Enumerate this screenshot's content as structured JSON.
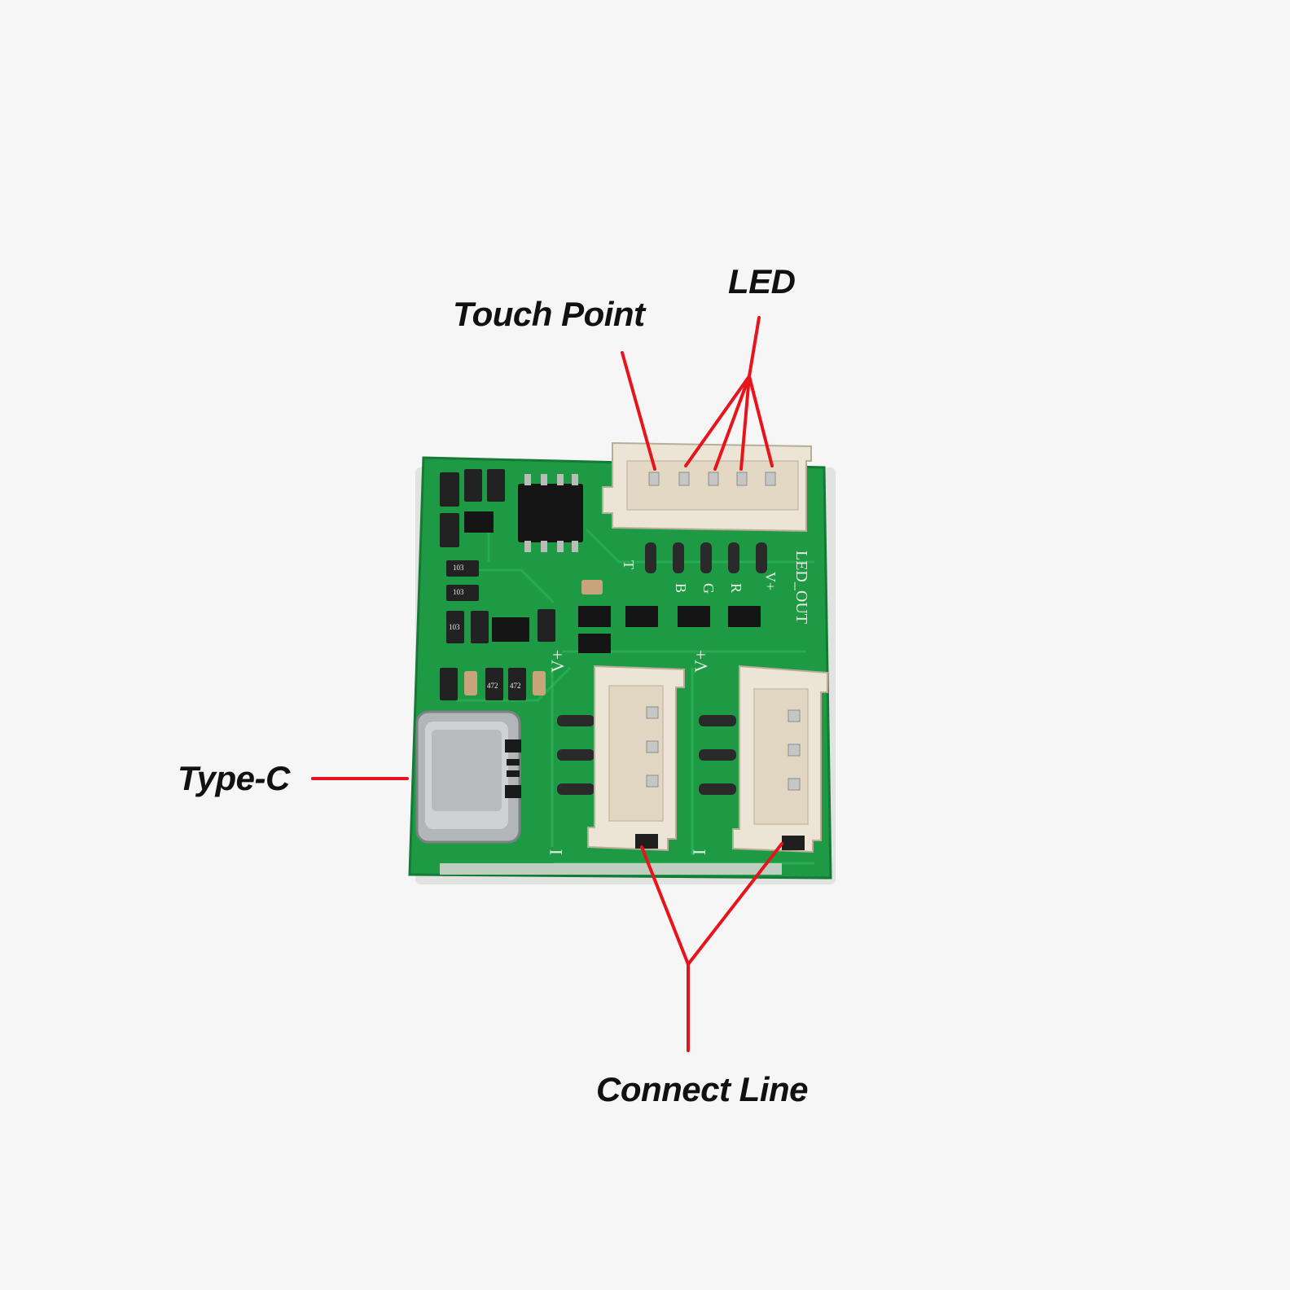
{
  "callouts": {
    "touch_point": "Touch Point",
    "led": "LED",
    "type_c": "Type-C",
    "connect_line": "Connect Line"
  },
  "silkscreen": {
    "led_out": "LED_OUT",
    "pin_t": "T",
    "pin_b": "B",
    "pin_g": "G",
    "pin_r": "R",
    "pin_vplus": "V+",
    "conn1_vplus": "V+",
    "conn2_vplus": "V+",
    "conn1_i": "I",
    "conn2_i": "I",
    "res_103a": "103",
    "res_103b": "103",
    "res_103c": "103",
    "res_472a": "472",
    "res_472b": "472"
  },
  "colors": {
    "background": "#f6f6f6",
    "pcb": "#1e9a45",
    "callout_line": "#e8141b",
    "connector": "#ece4d4"
  }
}
